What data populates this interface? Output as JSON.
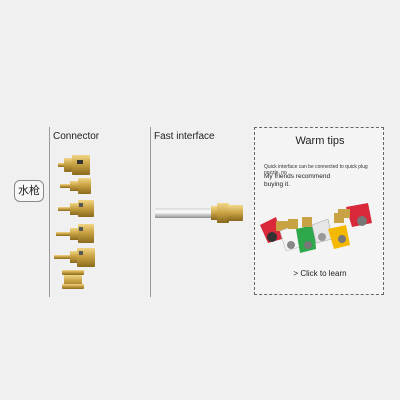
{
  "side_label": "水枪",
  "columns": {
    "connector": "Connector",
    "fast_interface": "Fast interface"
  },
  "tips": {
    "title": "Warm tips",
    "small_text": "Quick interface can be connected to quick plug nozzle, no",
    "text_line1": "My friends recommend",
    "text_line2": "buying it.",
    "link": "> Click to learn"
  },
  "nozzle_colors": [
    "#d8283a",
    "#f2f2f2",
    "#2ea84a",
    "#e8e8e8",
    "#f5b800",
    "#d8283a"
  ],
  "brass_color": "#c9a243"
}
